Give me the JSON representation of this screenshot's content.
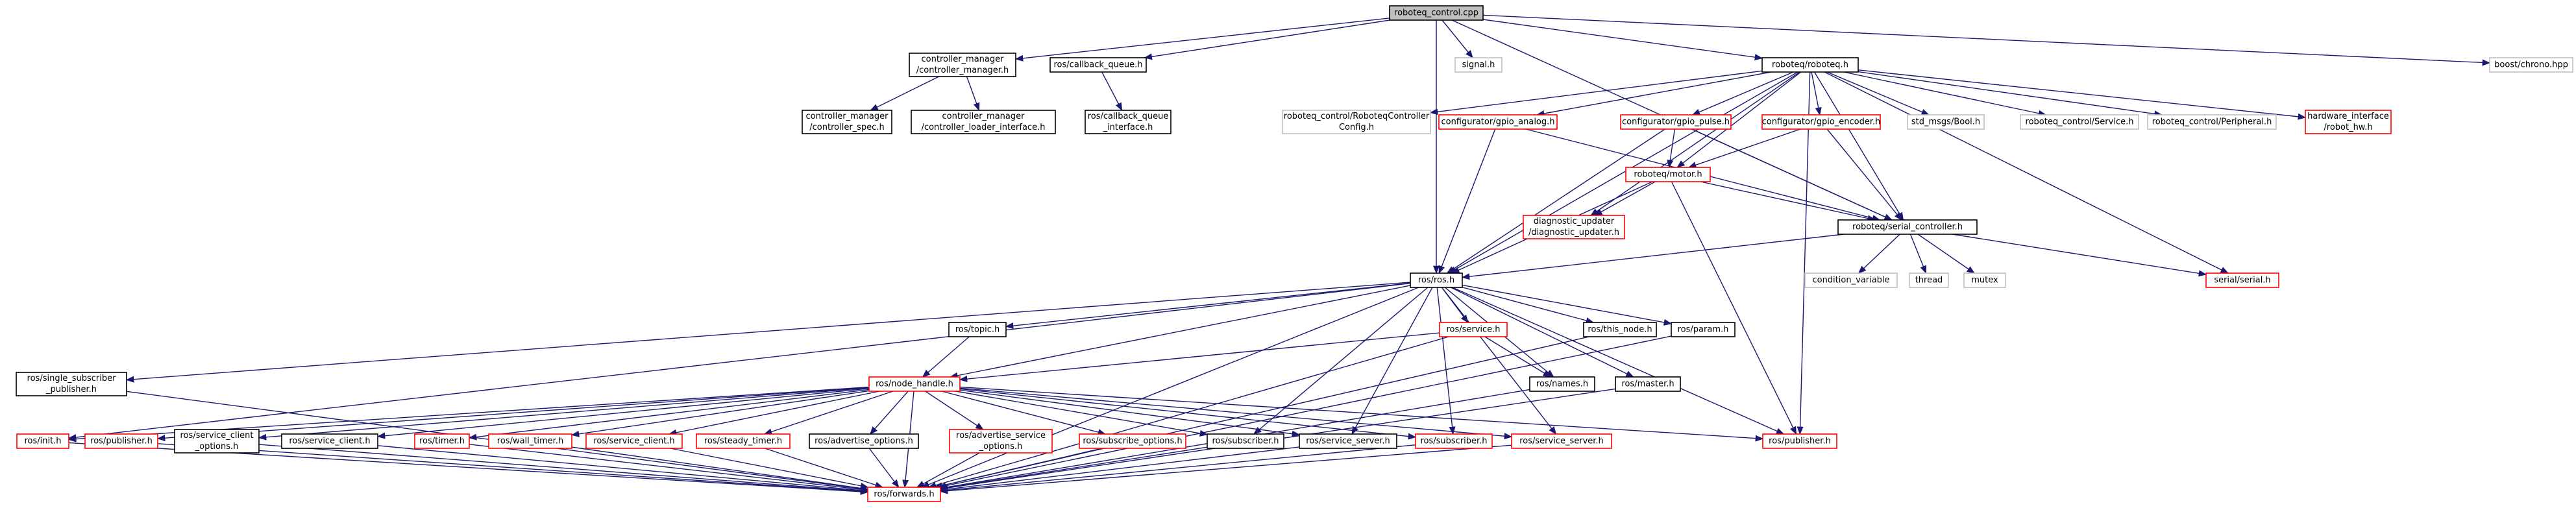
{
  "colors": {
    "documented": "#000000",
    "undocumented": "#bfbfbf",
    "truncated": "#ff0000",
    "root_fill": "#bfbfbf",
    "edge": "#191970",
    "edge_text_dep": "#a9a9a9"
  },
  "nodes": [
    {
      "id": "root",
      "lines": [
        "roboteq_control.cpp"
      ],
      "style": "root"
    },
    {
      "id": "cm",
      "lines": [
        "controller_manager",
        "/controller_manager.h"
      ],
      "style": "documented"
    },
    {
      "id": "cbq",
      "lines": [
        "ros/callback_queue.h"
      ],
      "style": "documented"
    },
    {
      "id": "signal",
      "lines": [
        "signal.h"
      ],
      "style": "undocumented"
    },
    {
      "id": "roboteq",
      "lines": [
        "roboteq/roboteq.h"
      ],
      "style": "documented"
    },
    {
      "id": "chrono",
      "lines": [
        "boost/chrono.hpp"
      ],
      "style": "undocumented"
    },
    {
      "id": "cmspec",
      "lines": [
        "controller_manager",
        "/controller_spec.h"
      ],
      "style": "documented"
    },
    {
      "id": "cmli",
      "lines": [
        "controller_manager",
        "/controller_loader_interface.h"
      ],
      "style": "documented"
    },
    {
      "id": "cbqi",
      "lines": [
        "ros/callback_queue",
        "_interface.h"
      ],
      "style": "documented"
    },
    {
      "id": "rcconfig",
      "lines": [
        "roboteq_control/RoboteqController",
        "Config.h"
      ],
      "style": "undocumented"
    },
    {
      "id": "analog",
      "lines": [
        "configurator/gpio_analog.h"
      ],
      "style": "truncated"
    },
    {
      "id": "pulse",
      "lines": [
        "configurator/gpio_pulse.h"
      ],
      "style": "truncated"
    },
    {
      "id": "encoder",
      "lines": [
        "configurator/gpio_encoder.h"
      ],
      "style": "truncated"
    },
    {
      "id": "bool",
      "lines": [
        "std_msgs/Bool.h"
      ],
      "style": "undocumented"
    },
    {
      "id": "service",
      "lines": [
        "roboteq_control/Service.h"
      ],
      "style": "undocumented"
    },
    {
      "id": "peripheral",
      "lines": [
        "roboteq_control/Peripheral.h"
      ],
      "style": "undocumented"
    },
    {
      "id": "hwi",
      "lines": [
        "hardware_interface",
        "/robot_hw.h"
      ],
      "style": "truncated"
    },
    {
      "id": "motor",
      "lines": [
        "roboteq/motor.h"
      ],
      "style": "truncated"
    },
    {
      "id": "diag",
      "lines": [
        "diagnostic_updater",
        "/diagnostic_updater.h"
      ],
      "style": "truncated"
    },
    {
      "id": "serialctl",
      "lines": [
        "roboteq/serial_controller.h"
      ],
      "style": "documented"
    },
    {
      "id": "condvar",
      "lines": [
        "condition_variable"
      ],
      "style": "undocumented"
    },
    {
      "id": "thread",
      "lines": [
        "thread"
      ],
      "style": "undocumented"
    },
    {
      "id": "mutex",
      "lines": [
        "mutex"
      ],
      "style": "undocumented"
    },
    {
      "id": "serial",
      "lines": [
        "serial/serial.h"
      ],
      "style": "truncated"
    },
    {
      "id": "rosh",
      "lines": [
        "ros/ros.h"
      ],
      "style": "documented"
    },
    {
      "id": "topic",
      "lines": [
        "ros/topic.h"
      ],
      "style": "documented"
    },
    {
      "id": "svc",
      "lines": [
        "ros/service.h"
      ],
      "style": "truncated"
    },
    {
      "id": "thisnode",
      "lines": [
        "ros/this_node.h"
      ],
      "style": "documented"
    },
    {
      "id": "param",
      "lines": [
        "ros/param.h"
      ],
      "style": "documented"
    },
    {
      "id": "ssp",
      "lines": [
        "ros/single_subscriber",
        "_publisher.h"
      ],
      "style": "documented"
    },
    {
      "id": "nh",
      "lines": [
        "ros/node_handle.h"
      ],
      "style": "truncated"
    },
    {
      "id": "names",
      "lines": [
        "ros/names.h"
      ],
      "style": "documented"
    },
    {
      "id": "master",
      "lines": [
        "ros/master.h"
      ],
      "style": "documented"
    },
    {
      "id": "init",
      "lines": [
        "ros/init.h"
      ],
      "style": "truncated"
    },
    {
      "id": "publisher1",
      "lines": [
        "ros/publisher.h"
      ],
      "style": "truncated"
    },
    {
      "id": "sco",
      "lines": [
        "ros/service_client",
        "_options.h"
      ],
      "style": "documented"
    },
    {
      "id": "sclient1",
      "lines": [
        "ros/service_client.h"
      ],
      "style": "documented"
    },
    {
      "id": "timer",
      "lines": [
        "ros/timer.h"
      ],
      "style": "truncated"
    },
    {
      "id": "walltimer",
      "lines": [
        "ros/wall_timer.h"
      ],
      "style": "truncated"
    },
    {
      "id": "sclient2",
      "lines": [
        "ros/service_client.h"
      ],
      "style": "truncated"
    },
    {
      "id": "steadytimer",
      "lines": [
        "ros/steady_timer.h"
      ],
      "style": "truncated"
    },
    {
      "id": "advopt",
      "lines": [
        "ros/advertise_options.h"
      ],
      "style": "documented"
    },
    {
      "id": "advsvc",
      "lines": [
        "ros/advertise_service",
        "_options.h"
      ],
      "style": "truncated"
    },
    {
      "id": "subopt",
      "lines": [
        "ros/subscribe_options.h"
      ],
      "style": "truncated"
    },
    {
      "id": "sub1",
      "lines": [
        "ros/subscriber.h"
      ],
      "style": "documented"
    },
    {
      "id": "ssrv1",
      "lines": [
        "ros/service_server.h"
      ],
      "style": "documented"
    },
    {
      "id": "sub2",
      "lines": [
        "ros/subscriber.h"
      ],
      "style": "truncated"
    },
    {
      "id": "ssrv2",
      "lines": [
        "ros/service_server.h"
      ],
      "style": "truncated"
    },
    {
      "id": "publisher2",
      "lines": [
        "ros/publisher.h"
      ],
      "style": "truncated"
    },
    {
      "id": "forwards",
      "lines": [
        "ros/forwards.h"
      ],
      "style": "truncated"
    }
  ],
  "edges": [
    [
      "root",
      "cm"
    ],
    [
      "root",
      "cbq"
    ],
    [
      "root",
      "signal"
    ],
    [
      "root",
      "roboteq"
    ],
    [
      "root",
      "chrono"
    ],
    [
      "root",
      "rosh"
    ],
    [
      "root",
      "serialctl"
    ],
    [
      "cm",
      "cmspec"
    ],
    [
      "cm",
      "cmli"
    ],
    [
      "cbq",
      "cbqi"
    ],
    [
      "roboteq",
      "rcconfig"
    ],
    [
      "roboteq",
      "analog"
    ],
    [
      "roboteq",
      "pulse"
    ],
    [
      "roboteq",
      "encoder"
    ],
    [
      "roboteq",
      "bool"
    ],
    [
      "roboteq",
      "service"
    ],
    [
      "roboteq",
      "peripheral"
    ],
    [
      "roboteq",
      "hwi"
    ],
    [
      "roboteq",
      "motor"
    ],
    [
      "roboteq",
      "diag"
    ],
    [
      "roboteq",
      "serialctl"
    ],
    [
      "roboteq",
      "rosh"
    ],
    [
      "roboteq",
      "serial"
    ],
    [
      "roboteq",
      "publisher2"
    ],
    [
      "analog",
      "rosh"
    ],
    [
      "analog",
      "serialctl"
    ],
    [
      "pulse",
      "motor"
    ],
    [
      "pulse",
      "rosh"
    ],
    [
      "pulse",
      "serialctl"
    ],
    [
      "encoder",
      "motor"
    ],
    [
      "encoder",
      "serialctl"
    ],
    [
      "motor",
      "diag"
    ],
    [
      "motor",
      "serialctl"
    ],
    [
      "motor",
      "rosh"
    ],
    [
      "motor",
      "publisher2"
    ],
    [
      "serialctl",
      "condvar"
    ],
    [
      "serialctl",
      "thread"
    ],
    [
      "serialctl",
      "mutex"
    ],
    [
      "serialctl",
      "serial"
    ],
    [
      "serialctl",
      "rosh"
    ],
    [
      "rosh",
      "topic"
    ],
    [
      "rosh",
      "svc"
    ],
    [
      "rosh",
      "thisnode"
    ],
    [
      "rosh",
      "param"
    ],
    [
      "rosh",
      "ssp"
    ],
    [
      "rosh",
      "nh"
    ],
    [
      "rosh",
      "names"
    ],
    [
      "rosh",
      "master"
    ],
    [
      "rosh",
      "init"
    ],
    [
      "rosh",
      "publisher2"
    ],
    [
      "rosh",
      "sub1"
    ],
    [
      "rosh",
      "ssrv1"
    ],
    [
      "rosh",
      "sub2"
    ],
    [
      "rosh",
      "ssrv2"
    ],
    [
      "rosh",
      "forwards"
    ],
    [
      "topic",
      "nh"
    ],
    [
      "svc",
      "nh"
    ],
    [
      "svc",
      "names"
    ],
    [
      "svc",
      "forwards"
    ],
    [
      "thisnode",
      "forwards"
    ],
    [
      "param",
      "forwards"
    ],
    [
      "names",
      "forwards"
    ],
    [
      "master",
      "forwards"
    ],
    [
      "ssp",
      "forwards"
    ],
    [
      "nh",
      "init"
    ],
    [
      "nh",
      "publisher1"
    ],
    [
      "nh",
      "sco"
    ],
    [
      "nh",
      "sclient1"
    ],
    [
      "nh",
      "timer"
    ],
    [
      "nh",
      "walltimer"
    ],
    [
      "nh",
      "sclient2"
    ],
    [
      "nh",
      "steadytimer"
    ],
    [
      "nh",
      "advopt"
    ],
    [
      "nh",
      "advsvc"
    ],
    [
      "nh",
      "subopt"
    ],
    [
      "nh",
      "sub1"
    ],
    [
      "nh",
      "ssrv1"
    ],
    [
      "nh",
      "sub2"
    ],
    [
      "nh",
      "ssrv2"
    ],
    [
      "nh",
      "publisher2"
    ],
    [
      "nh",
      "forwards"
    ],
    [
      "init",
      "forwards"
    ],
    [
      "publisher1",
      "forwards"
    ],
    [
      "sco",
      "forwards"
    ],
    [
      "sclient1",
      "forwards"
    ],
    [
      "timer",
      "forwards"
    ],
    [
      "walltimer",
      "forwards"
    ],
    [
      "sclient2",
      "forwards"
    ],
    [
      "steadytimer",
      "forwards"
    ],
    [
      "advopt",
      "forwards"
    ],
    [
      "advsvc",
      "forwards"
    ],
    [
      "subopt",
      "forwards"
    ],
    [
      "sub1",
      "forwards"
    ],
    [
      "ssrv1",
      "forwards"
    ],
    [
      "sub2",
      "forwards"
    ],
    [
      "ssrv2",
      "forwards"
    ]
  ]
}
